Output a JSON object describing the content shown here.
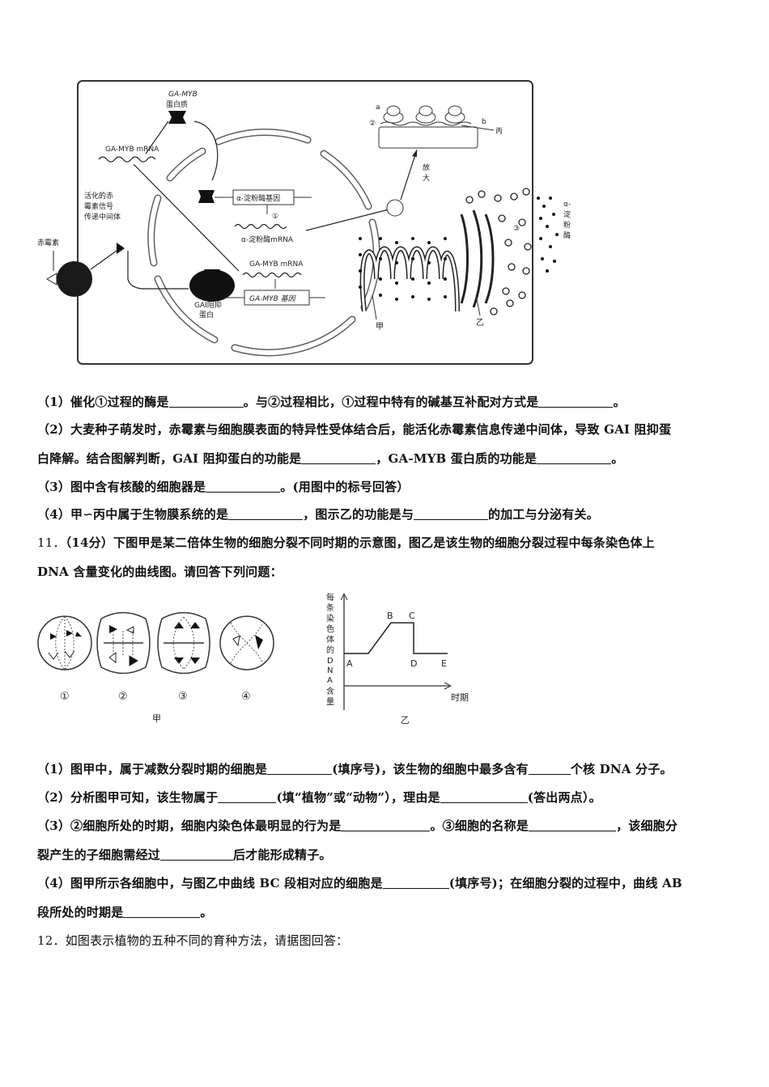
{
  "figure1": {
    "ga_myb_protein": "GA-MYB",
    "protein_word": "蛋白质",
    "ga_myb_mrna": "GA-MYB mRNA",
    "activated_label": [
      "活化的赤",
      "霉素信号",
      "传递中间体"
    ],
    "gibberellin": "赤霉素",
    "amylase_gene": "α-淀粉酶基因",
    "step1": "①",
    "amylase_mrna": "α-淀粉酶mRNA",
    "ga_myb_mrna2": "GA-MYB mRNA",
    "ga_myb_gene": "GA-MYB 基因",
    "gai_label": [
      "GAI阻抑",
      "蛋白"
    ],
    "label_a": "a",
    "label_b": "b",
    "label_2": "②",
    "label_bing": "丙",
    "magnify": [
      "放",
      "大"
    ],
    "label_3": "③",
    "amylase_side": [
      "α-",
      "淀",
      "粉",
      "酶"
    ],
    "label_jia": "甲",
    "label_yi": "乙"
  },
  "q10": {
    "l1": [
      "（1）催化①过程的酶是",
      "。与②过程相比，①过程中特有的碱基互补配对方式是",
      "。"
    ],
    "l2": "（2）大麦种子萌发时，赤霉素与细胞膜表面的特异性受体结合后，能活化赤霉素信息传递中间体，导致 GAI 阻抑蛋",
    "l3": [
      "白降解。结合图解判断，GAI 阻抑蛋白的功能是",
      "，GA-MYB 蛋白质的功能是",
      "。"
    ],
    "l4": [
      "（3）图中含有核酸的细胞器是",
      "。(用图中的标号回答）"
    ],
    "l5": [
      "（4）甲∽丙中属于生物膜系统的是",
      "，图示乙的功能是与",
      "的加工与分泌有关。"
    ]
  },
  "q11": {
    "num": "11．",
    "l1": "（14分）下图甲是某二倍体生物的细胞分裂不同时期的示意图，图乙是该生物的细胞分裂过程中每条染色体上",
    "l2": "DNA 含量变化的曲线图。请回答下列问题：",
    "cells": [
      "①",
      "②",
      "③",
      "④"
    ],
    "fig_jia": "甲",
    "fig_yi": "乙",
    "ylabel": [
      "每",
      "条",
      "染",
      "色",
      "体",
      "的",
      "D",
      "N",
      "A",
      "含",
      "量"
    ],
    "xlabel": "时期",
    "points": [
      "A",
      "B",
      "C",
      "D",
      "E"
    ],
    "s1": [
      "（1）图甲中，属于减数分裂时期的细胞是",
      "(填序号)，该生物的细胞中最多含有",
      "个核 DNA 分子。"
    ],
    "s2": [
      "（2）分析图甲可知，该生物属于",
      "(填“植物”或“动物”），理由是",
      "(答出两点）。"
    ],
    "s3": [
      "（3）②细胞所处的时期，细胞内染色体最明显的行为是",
      "。③细胞的名称是",
      "，该细胞分"
    ],
    "s3b": [
      "裂产生的子细胞需经过",
      "后才能形成精子。"
    ],
    "s4": [
      "（4）图甲所示各细胞中，与图乙中曲线 BC 段相对应的细胞是",
      "(填序号)；在细胞分裂的过程中，曲线 AB"
    ],
    "s4b": [
      "段所处的时期是",
      "。"
    ]
  },
  "q12": {
    "l1": "12．如图表示植物的五种不同的育种方法，请据图回答："
  }
}
